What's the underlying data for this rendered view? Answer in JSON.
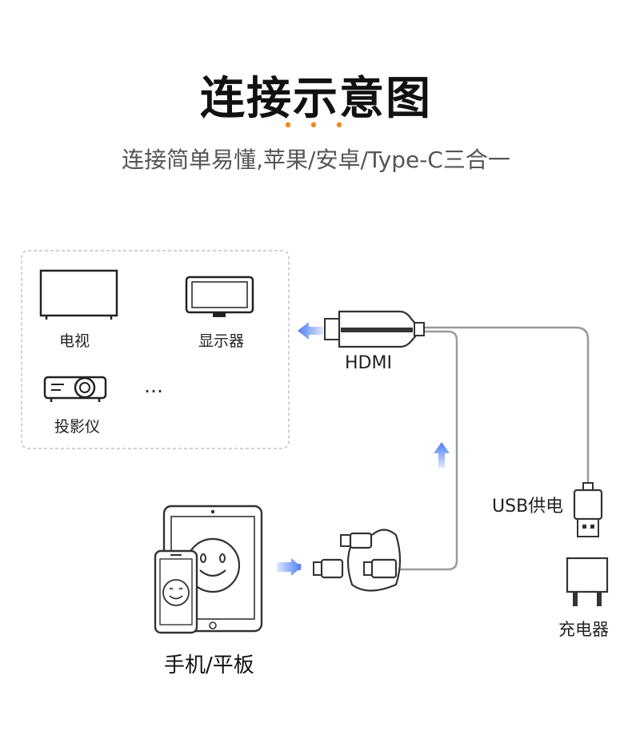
{
  "header": {
    "title": "连接示意图",
    "dots": "• • •",
    "subtitle": "连接简单易懂,苹果/安卓/Type-C三合一"
  },
  "display_box": {
    "items": [
      {
        "label": "电视",
        "icon": "tv-icon"
      },
      {
        "label": "显示器",
        "icon": "monitor-icon"
      },
      {
        "label": "投影仪",
        "icon": "projector-icon"
      }
    ],
    "more": "…"
  },
  "labels": {
    "hdmi": "HDMI",
    "usb_power": "USB供电",
    "charger": "充电器",
    "phone_tablet": "手机/平板"
  },
  "colors": {
    "accent_dots": "#f08a1c",
    "arrow_blue": "#4a7cf0",
    "line_gray": "#9a9a9a",
    "box_border": "#b5b5b5"
  }
}
